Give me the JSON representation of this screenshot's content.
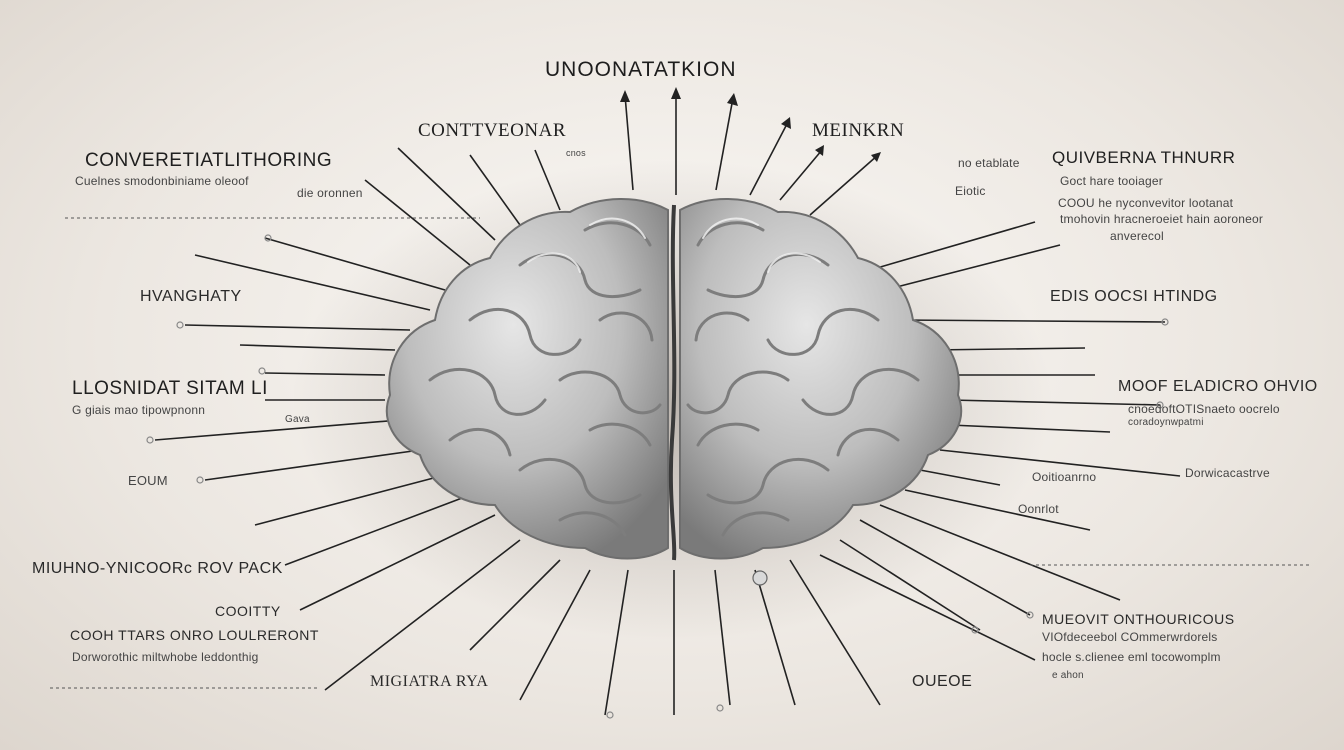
{
  "diagram": {
    "title": "UNOONATATKION",
    "labels": {
      "top_left_heading": "CONTTVEONAR",
      "top_left_small": "cnos",
      "top_right_heading": "MEINKRN",
      "left_1_heading": "CONVERETIATLITHORING",
      "left_1_sub": "Cuelnes smodonbiniame oleoof",
      "left_1_sub2": "die oronnen",
      "left_2_heading": "HVANGHATY",
      "left_3_heading": "LLOSNIDAT SITAM LI",
      "left_3_sub": "G giais mao tipowpnonn",
      "left_3_sub2": "Gava",
      "left_4_heading": "EOUM",
      "left_5_heading": "MIUHNO-YNICOORc ROV PACK",
      "left_6_heading": "COOITTY",
      "left_7_heading": "COOH TTARS ONRO LOULRERONT",
      "left_7_sub": "Dorworothic miltwhobe leddonthig",
      "bottom_left_heading": "MIGIATRA RYA",
      "bottom_right_heading": "OUEOE",
      "right_1_heading": "QUIVBERNA THNURR",
      "right_1_sub": "Goct hare tooiager",
      "right_1_sub2": "COOU he nyconvevitor lootanat",
      "right_1_sub3": "tmohovin hracneroeiet hain aoroneor",
      "right_1_sub4": "anverecol",
      "right_0_small": "no etablate",
      "right_0_small2": "Eiotic",
      "right_2_heading": "EDIS OOCSI HTINDG",
      "right_3_heading": "MOOF ELADICRO OHVIO",
      "right_3_sub": "cnoedoftOTISnaeto oocrelo",
      "right_3_sub2": "coradoynwpatmi",
      "right_4_small": "Dorwicacastrve",
      "right_5_small": "Ooitioanrno",
      "right_6_small": "Oonrlot",
      "right_7_heading": "MUEOVIT ONTHOURICOUS",
      "right_7_sub": "VIOfdeceebol COmmerwrdorels",
      "right_7_sub2": "hocle s.clienee eml tocowomplm",
      "right_7_sub3": "e ahon"
    }
  }
}
